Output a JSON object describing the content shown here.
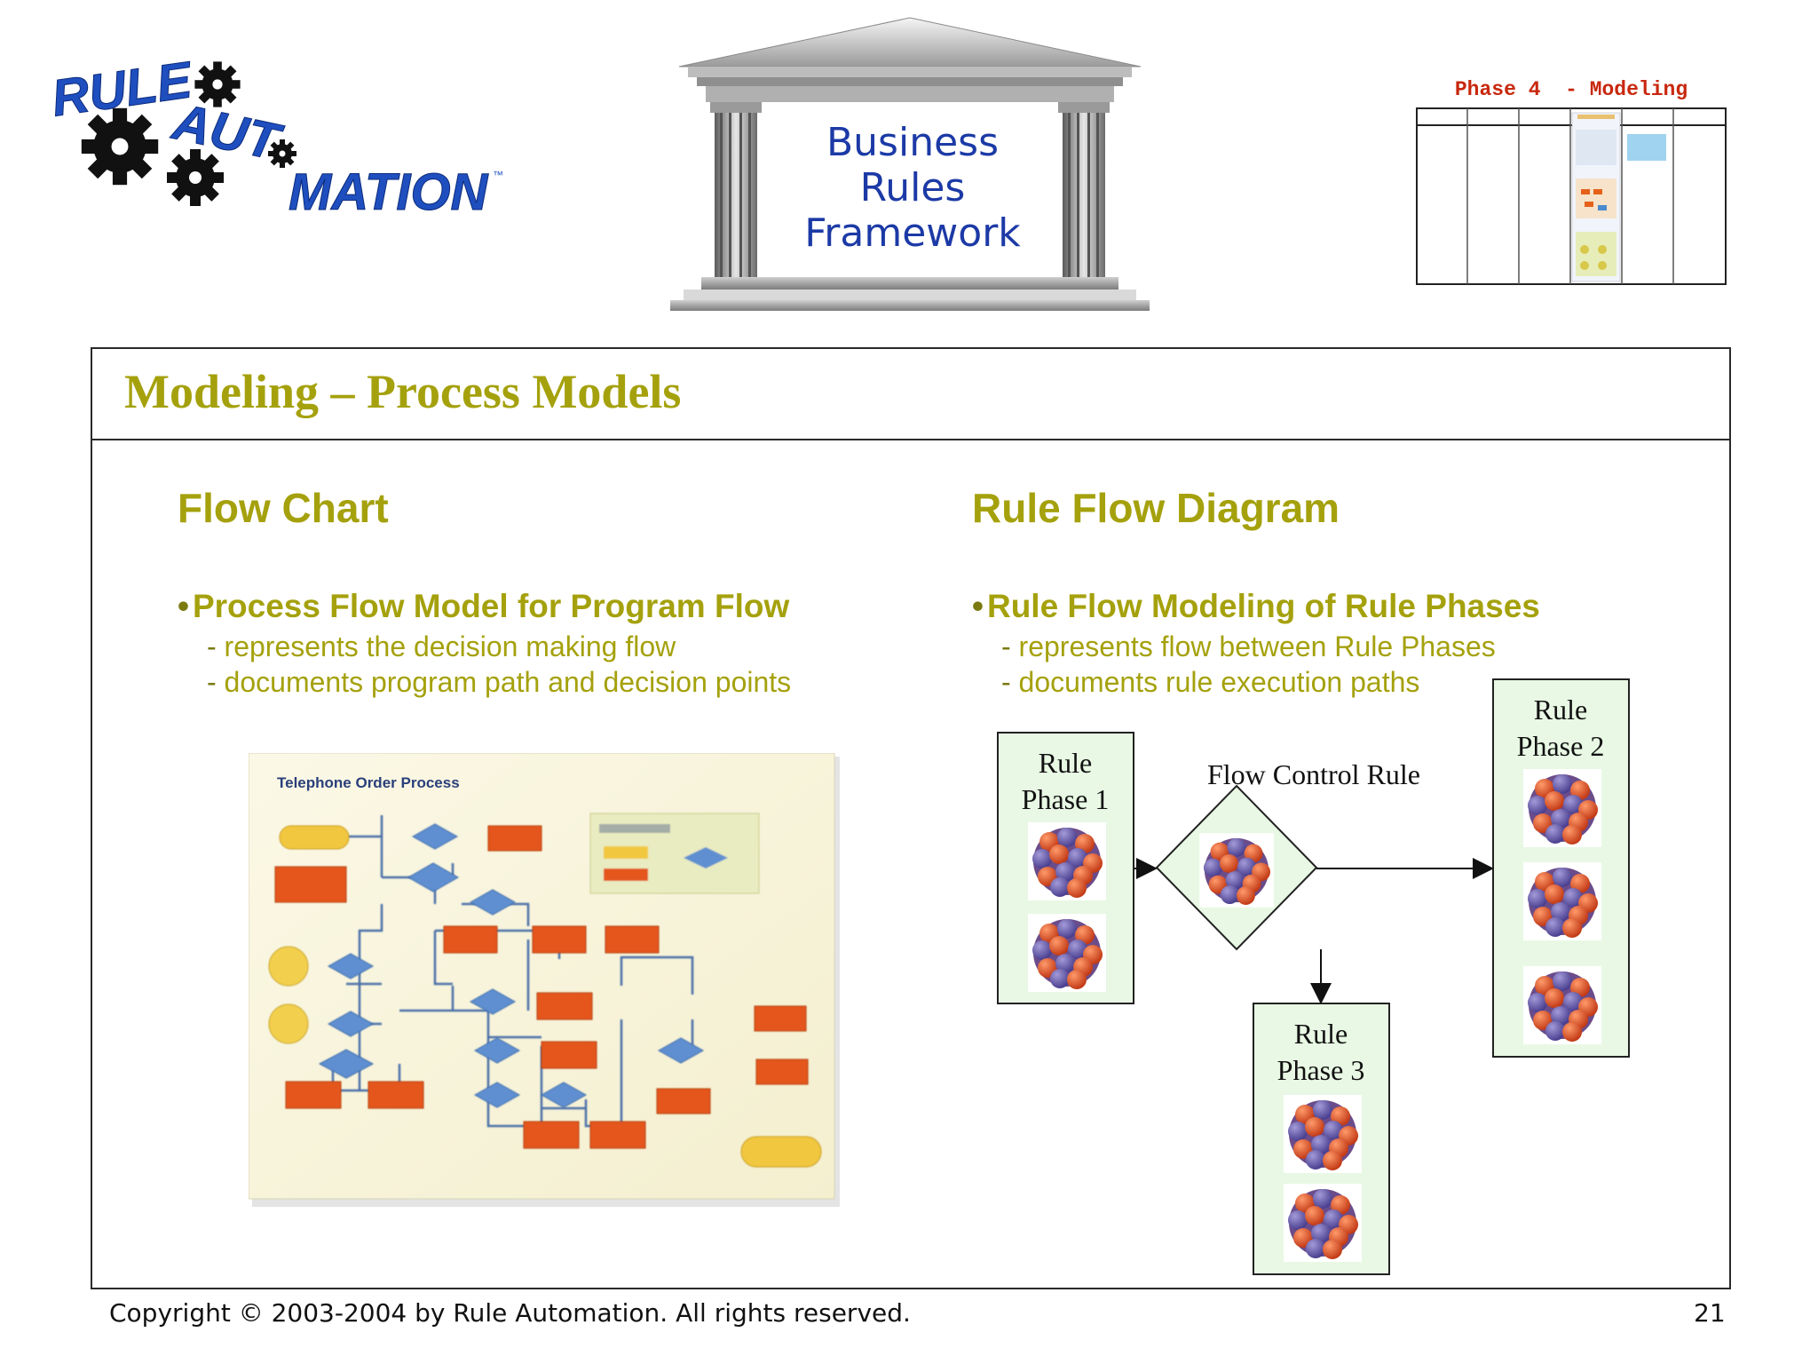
{
  "logo": {
    "line1": "RULE",
    "line2": "AUT",
    "line3": "MATION",
    "trademark": "™",
    "color": "#1f4fbf"
  },
  "temple": {
    "line1": "Business",
    "line2": "Rules",
    "line3": "Framework",
    "text_color": "#1c3aa6"
  },
  "phase_map": {
    "title": "Phase 4  - Modeling",
    "title_color": "#c8280e"
  },
  "slide": {
    "title": "Modeling – Process Models",
    "accent_color": "#a5a10d"
  },
  "flow_chart": {
    "heading": "Flow Chart",
    "bullet": "Process Flow Model for Program Flow",
    "sub1": "represents the decision making flow",
    "sub2": "documents program path and decision points",
    "image_title": "Telephone Order Process"
  },
  "rule_flow": {
    "heading": "Rule Flow Diagram",
    "bullet": "Rule Flow Modeling of Rule Phases",
    "sub1": "represents flow between Rule Phases",
    "sub2": "documents rule execution paths",
    "phase1_line1": "Rule",
    "phase1_line2": "Phase 1",
    "phase2_line1": "Rule",
    "phase2_line2": "Phase 2",
    "phase3_line1": "Rule",
    "phase3_line2": "Phase 3",
    "flow_control": "Flow Control Rule"
  },
  "footer": {
    "copyright": "Copyright © 2003-2004 by Rule Automation. All rights reserved.",
    "page_number": "21"
  }
}
